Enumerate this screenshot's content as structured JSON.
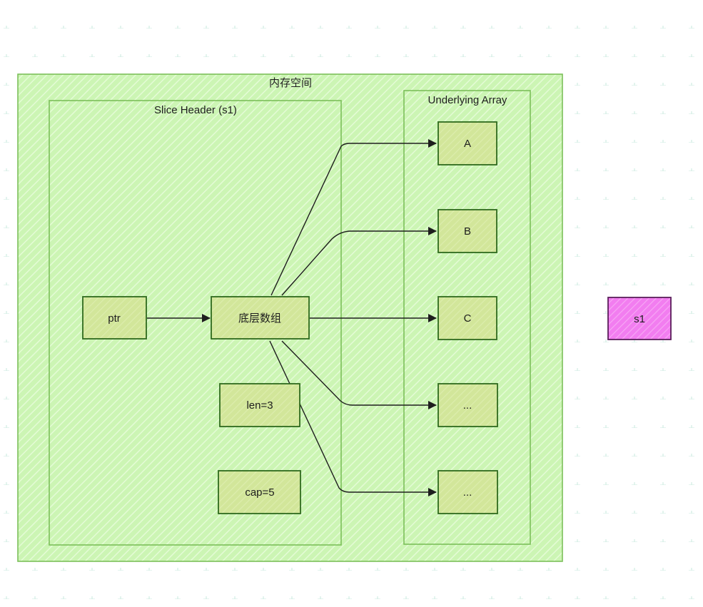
{
  "outer": {
    "label": "内存空间"
  },
  "slice_header": {
    "label": "Slice Header (s1)"
  },
  "underlying_array": {
    "label": "Underlying Array"
  },
  "nodes": {
    "ptr": "ptr",
    "backing": "底层数组",
    "len": "len=3",
    "cap": "cap=5",
    "elements": [
      "A",
      "B",
      "C",
      "...",
      "..."
    ],
    "s1": "s1"
  },
  "colors": {
    "container_fill": "#ccf5b4",
    "container_stroke": "#7cc05a",
    "node_fill": "#d2e69a",
    "node_stroke": "#2f6a1e",
    "s1_fill": "#f27df0",
    "s1_stroke": "#5a1f5a",
    "edge": "#1e1e1e"
  }
}
